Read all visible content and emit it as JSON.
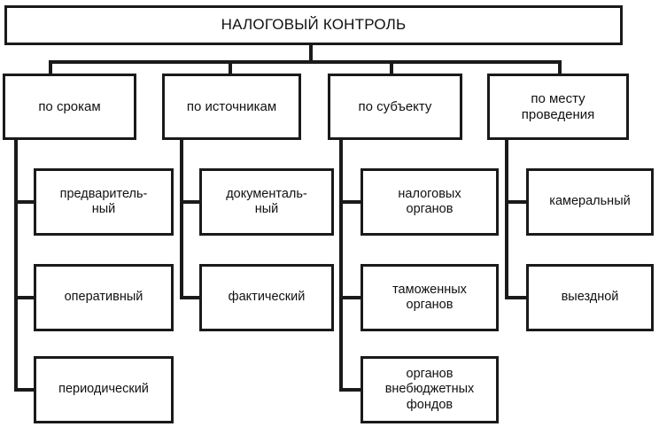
{
  "diagram": {
    "title": "НАЛОГОВЫЙ КОНТРОЛЬ",
    "language": "ru",
    "type": "hierarchical-tree",
    "colors": {
      "background": "#ffffff",
      "border": "#1a1a1a",
      "text": "#111111"
    },
    "root": {
      "label": "НАЛОГОВЫЙ КОНТРОЛЬ"
    },
    "branches": [
      {
        "label": "по срокам",
        "children": [
          {
            "label": "предваритель-\nный"
          },
          {
            "label": "оперативный"
          },
          {
            "label": "периодический"
          }
        ]
      },
      {
        "label": "по источникам",
        "children": [
          {
            "label": "документаль-\nный"
          },
          {
            "label": "фактический"
          }
        ]
      },
      {
        "label": "по субъекту",
        "children": [
          {
            "label": "налоговых\nорганов"
          },
          {
            "label": "таможенных\nорганов"
          },
          {
            "label": "органов\nвнебюджетных\nфондов"
          }
        ]
      },
      {
        "label": "по месту\nпроведения",
        "children": [
          {
            "label": "камеральный"
          },
          {
            "label": "выездной"
          }
        ]
      }
    ]
  }
}
